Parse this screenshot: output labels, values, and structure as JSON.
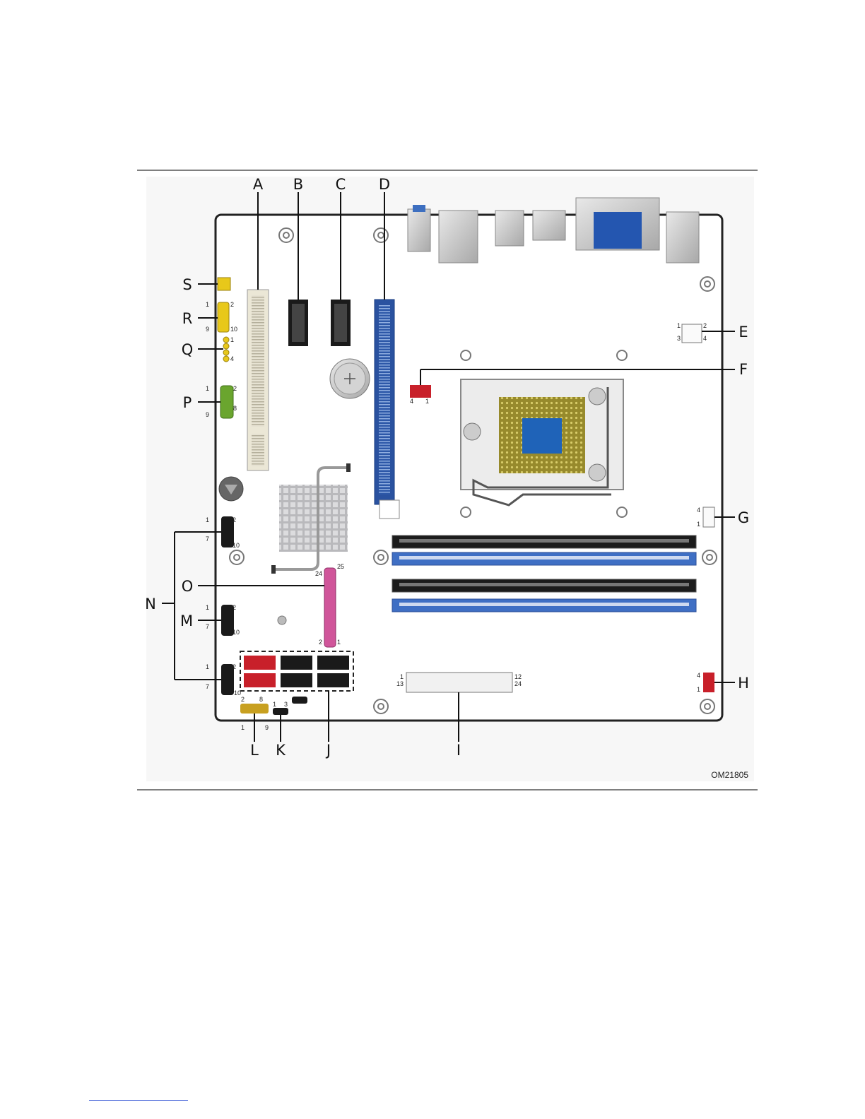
{
  "figure": {
    "reference_id": "OM21805",
    "callouts": [
      "A",
      "B",
      "C",
      "D",
      "E",
      "F",
      "G",
      "H",
      "I",
      "J",
      "K",
      "L",
      "M",
      "N",
      "O",
      "P",
      "Q",
      "R",
      "S"
    ],
    "pin_labels": {
      "r_top_left": "1",
      "r_top_right": "2",
      "r_bot_left": "9",
      "r_bot_right": "10",
      "q_top": "1",
      "q_bot": "4",
      "p_top_left": "1",
      "p_top_right": "2",
      "p_mid_right": "8",
      "p_bot_left": "9",
      "e_tl": "1",
      "e_tr": "2",
      "e_bl": "3",
      "e_br": "4",
      "f_left": "4",
      "f_right": "1",
      "g_top": "4",
      "g_bot": "1",
      "h_top": "4",
      "h_bot": "1",
      "n1_tl": "1",
      "n1_tr": "2",
      "n1_bl": "7",
      "n1_br": "10",
      "m_tl": "1",
      "m_tr": "2",
      "m_bl": "7",
      "m_br": "10",
      "n2_tl": "1",
      "n2_tr": "2",
      "n2_bl": "7",
      "n2_br": "10",
      "o_tl": "24",
      "o_tr": "25",
      "o_bl": "2",
      "o_br": "1",
      "i_tl": "1",
      "i_bl": "13",
      "i_tr": "12",
      "i_br": "24",
      "l_top_left": "2",
      "l_top_right": "8",
      "l_bot_left": "1",
      "l_bot_right": "9",
      "k_left": "1",
      "k_right": "3"
    }
  },
  "colors": {
    "board_outline": "#222222",
    "pcie_blue": "#2e5fb0",
    "dimm_blue": "#3f6fc4",
    "dimm_black": "#1c1c1c",
    "sata_red": "#c8202a",
    "header_yellow": "#e8c81a",
    "header_green": "#6aa52e",
    "header_pink": "#d0559a",
    "cpu_gold": "#a89a3a",
    "cpu_blue": "#1f63b8"
  }
}
